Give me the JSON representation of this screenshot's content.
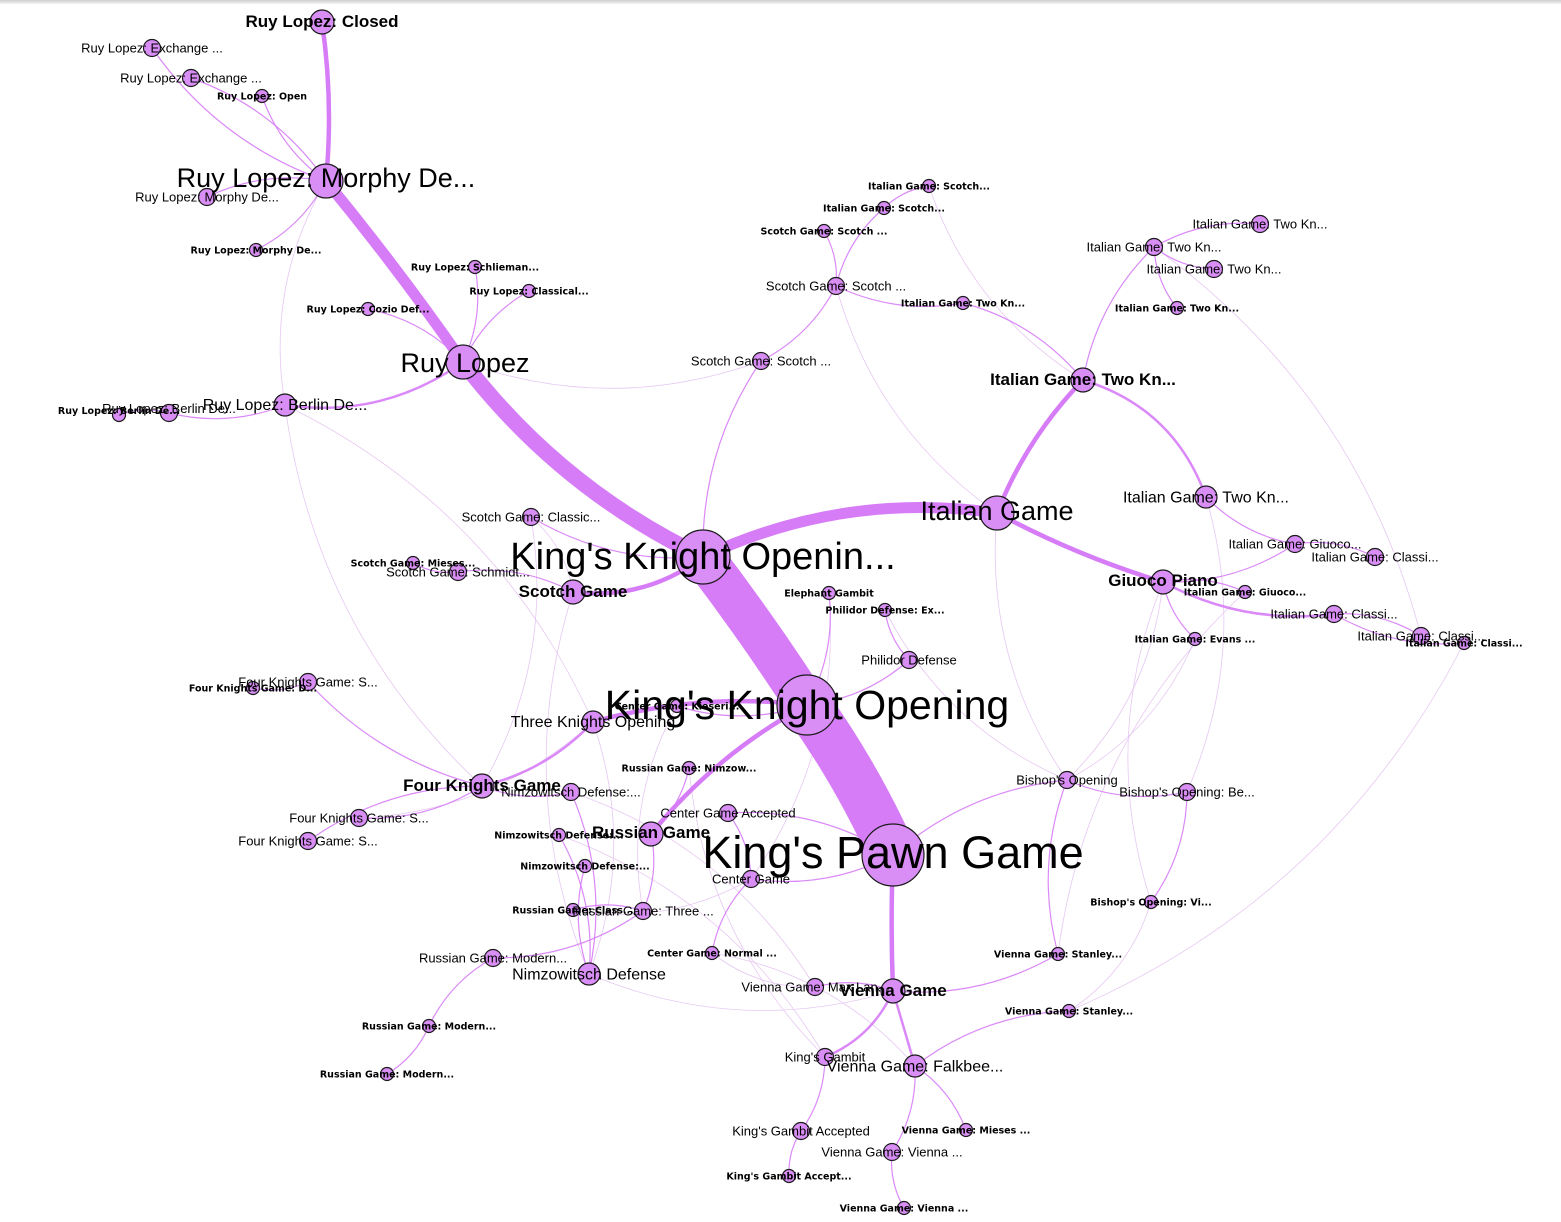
{
  "title": "",
  "colors": {
    "node": "#d98ef5",
    "edge": "#d77cf7",
    "faint_edge": "#e6c8f2",
    "label": "#000000",
    "background": "#ffffff"
  },
  "nodes": [
    {
      "id": "kpg",
      "label": "King's Pawn Game",
      "weight": 10
    },
    {
      "id": "kko",
      "label": "King's Knight Opening",
      "weight": 9
    },
    {
      "id": "kkt",
      "label": "King's Knight Openin...",
      "weight": 8
    },
    {
      "id": "rl",
      "label": "Ruy Lopez",
      "weight": 6
    },
    {
      "id": "ig",
      "label": "Italian Game",
      "weight": 6
    },
    {
      "id": "rlmd",
      "label": "Ruy Lopez: Morphy De...",
      "weight": 6
    },
    {
      "id": "scg",
      "label": "Scotch Game",
      "weight": 5
    },
    {
      "id": "igtk",
      "label": "Italian Game: Two Kn...",
      "weight": 5
    },
    {
      "id": "gp",
      "label": "Giuoco Piano",
      "weight": 5
    },
    {
      "id": "fkg",
      "label": "Four Knights Game",
      "weight": 5
    },
    {
      "id": "rug",
      "label": "Russian Game",
      "weight": 5
    },
    {
      "id": "vg",
      "label": "Vienna Game",
      "weight": 5
    },
    {
      "id": "rlc",
      "label": "Ruy Lopez: Closed",
      "weight": 5
    },
    {
      "id": "rlbd",
      "label": "Ruy Lopez: Berlin De...",
      "weight": 4
    },
    {
      "id": "tko",
      "label": "Three Knights Opening",
      "weight": 4
    },
    {
      "id": "nd",
      "label": "Nimzowitsch Defense",
      "weight": 4
    },
    {
      "id": "vgf",
      "label": "Vienna Game: Falkbee...",
      "weight": 4
    },
    {
      "id": "igtk2",
      "label": "Italian Game: Two Kn...",
      "weight": 4
    },
    {
      "id": "scgs1",
      "label": "Scotch Game: Scotch ...",
      "weight": 3
    },
    {
      "id": "scgs2",
      "label": "Scotch Game: Scotch ...",
      "weight": 3
    },
    {
      "id": "scgc",
      "label": "Scotch Game: Classic...",
      "weight": 3
    },
    {
      "id": "scgsc",
      "label": "Scotch Game: Schmidt...",
      "weight": 3
    },
    {
      "id": "igtk3",
      "label": "Italian Game: Two Kn...",
      "weight": 3
    },
    {
      "id": "igtk4",
      "label": "Italian Game: Two Kn...",
      "weight": 3
    },
    {
      "id": "igtk5",
      "label": "Italian Game: Two Kn...",
      "weight": 3
    },
    {
      "id": "igg",
      "label": "Italian Game: Giuoco...",
      "weight": 3
    },
    {
      "id": "igc1",
      "label": "Italian Game: Classi...",
      "weight": 3
    },
    {
      "id": "igc2",
      "label": "Italian Game: Classi...",
      "weight": 3
    },
    {
      "id": "igc3",
      "label": "Italian Game: Classi...",
      "weight": 3
    },
    {
      "id": "pd",
      "label": "Philidor Defense",
      "weight": 3
    },
    {
      "id": "bo",
      "label": "Bishop's Opening",
      "weight": 3
    },
    {
      "id": "bob",
      "label": "Bishop's Opening: Be...",
      "weight": 3
    },
    {
      "id": "cga",
      "label": "Center Game Accepted",
      "weight": 3
    },
    {
      "id": "cg",
      "label": "Center Game",
      "weight": 3
    },
    {
      "id": "ndx",
      "label": "Nimzowitsch Defense:...",
      "weight": 3
    },
    {
      "id": "rugt",
      "label": "Russian Game: Three ...",
      "weight": 3
    },
    {
      "id": "rugm1",
      "label": "Russian Game: Modern...",
      "weight": 3
    },
    {
      "id": "fkgs1",
      "label": "Four Knights Game: S...",
      "weight": 3
    },
    {
      "id": "fkgs2",
      "label": "Four Knights Game: S...",
      "weight": 3
    },
    {
      "id": "fkgs3",
      "label": "Four Knights Game: S...",
      "weight": 3
    },
    {
      "id": "vgm",
      "label": "Vienna Game: Max Lan...",
      "weight": 3
    },
    {
      "id": "kg",
      "label": "King's Gambit",
      "weight": 3
    },
    {
      "id": "kga",
      "label": "King's Gambit Accepted",
      "weight": 3
    },
    {
      "id": "vgv",
      "label": "Vienna Game: Vienna ...",
      "weight": 3
    },
    {
      "id": "rle1",
      "label": "Ruy Lopez: Exchange ...",
      "weight": 3
    },
    {
      "id": "rle2",
      "label": "Ruy Lopez: Exchange ...",
      "weight": 3
    },
    {
      "id": "rlmd2",
      "label": "Ruy Lopez: Morphy De...",
      "weight": 3
    },
    {
      "id": "rlbd2",
      "label": "Ruy Lopez: Berlin De...",
      "weight": 3
    },
    {
      "id": "igs1",
      "label": "Italian Game: Scotch...",
      "weight": 2
    },
    {
      "id": "igs2",
      "label": "Italian Game: Scotch...",
      "weight": 2
    },
    {
      "id": "scgs3",
      "label": "Scotch Game: Scotch ...",
      "weight": 2
    },
    {
      "id": "igtk6",
      "label": "Italian Game: Two Kn...",
      "weight": 2
    },
    {
      "id": "igtk7",
      "label": "Italian Game: Two Kn...",
      "weight": 2
    },
    {
      "id": "rlo",
      "label": "Ruy Lopez: Open",
      "weight": 2
    },
    {
      "id": "rlmd3",
      "label": "Ruy Lopez: Morphy De...",
      "weight": 2
    },
    {
      "id": "rlsc",
      "label": "Ruy Lopez: Schlieman...",
      "weight": 2
    },
    {
      "id": "rlcl",
      "label": "Ruy Lopez: Classical...",
      "weight": 2
    },
    {
      "id": "rlcz",
      "label": "Ruy Lopez: Cozio Def...",
      "weight": 2
    },
    {
      "id": "rlbe",
      "label": "Ruy Lopez: Berlin De...",
      "weight": 2
    },
    {
      "id": "scgm",
      "label": "Scotch Game: Mieses...",
      "weight": 2
    },
    {
      "id": "eg",
      "label": "Elephant Gambit",
      "weight": 2
    },
    {
      "id": "pdx",
      "label": "Philidor Defense: Ex...",
      "weight": 2
    },
    {
      "id": "igg2",
      "label": "Italian Game: Giuoco...",
      "weight": 2
    },
    {
      "id": "ige",
      "label": "Italian Game: Evans ...",
      "weight": 2
    },
    {
      "id": "igc4",
      "label": "Italian Game: Classi...",
      "weight": 2
    },
    {
      "id": "cgk",
      "label": "Center Game: Kieseri...",
      "weight": 2
    },
    {
      "id": "rugn",
      "label": "Russian Game: Nimzow...",
      "weight": 2
    },
    {
      "id": "ndx2",
      "label": "Nimzowitsch Defense:...",
      "weight": 2
    },
    {
      "id": "ndx3",
      "label": "Nimzowitsch Defense:...",
      "weight": 2
    },
    {
      "id": "rugc",
      "label": "Russian Game: Class...",
      "weight": 2
    },
    {
      "id": "cgn",
      "label": "Center Game: Normal ...",
      "weight": 2
    },
    {
      "id": "rugm2",
      "label": "Russian Game: Modern...",
      "weight": 2
    },
    {
      "id": "rugm3",
      "label": "Russian Game: Modern...",
      "weight": 2
    },
    {
      "id": "fkgd",
      "label": "Four Knights Game: D...",
      "weight": 2
    },
    {
      "id": "bov",
      "label": "Bishop's Opening: Vi...",
      "weight": 2
    },
    {
      "id": "vgs1",
      "label": "Vienna Game: Stanley...",
      "weight": 2
    },
    {
      "id": "vgs2",
      "label": "Vienna Game: Stanley...",
      "weight": 2
    },
    {
      "id": "vgmi",
      "label": "Vienna Game: Mieses ...",
      "weight": 2
    },
    {
      "id": "kga2",
      "label": "King's Gambit Accept...",
      "weight": 2
    },
    {
      "id": "vgv2",
      "label": "Vienna Game: Vienna ...",
      "weight": 2
    }
  ],
  "edges": [
    {
      "source": "kpg",
      "target": "kko",
      "weight": 10
    },
    {
      "source": "kko",
      "target": "kkt",
      "weight": 9
    },
    {
      "source": "kkt",
      "target": "rl",
      "weight": 7
    },
    {
      "source": "kkt",
      "target": "ig",
      "weight": 6
    },
    {
      "source": "rl",
      "target": "rlmd",
      "weight": 6
    },
    {
      "source": "rlmd",
      "target": "rlc",
      "weight": 3
    },
    {
      "source": "ig",
      "target": "igtk",
      "weight": 3
    },
    {
      "source": "ig",
      "target": "gp",
      "weight": 3
    },
    {
      "source": "kkt",
      "target": "scg",
      "weight": 3
    },
    {
      "source": "kko",
      "target": "tko",
      "weight": 3
    },
    {
      "source": "kpg",
      "target": "vg",
      "weight": 3
    },
    {
      "source": "kko",
      "target": "rug",
      "weight": 3
    },
    {
      "source": "rl",
      "target": "rlbd",
      "weight": 2
    },
    {
      "source": "igtk",
      "target": "igtk2",
      "weight": 2
    },
    {
      "source": "igtk",
      "target": "igtk3",
      "weight": 1
    },
    {
      "source": "gp",
      "target": "igg",
      "weight": 1
    },
    {
      "source": "gp",
      "target": "igc2",
      "weight": 2
    },
    {
      "source": "gp",
      "target": "igg2",
      "weight": 1
    },
    {
      "source": "gp",
      "target": "ige",
      "weight": 1
    },
    {
      "source": "igc2",
      "target": "igc3",
      "weight": 1
    },
    {
      "source": "igc2",
      "target": "igc4",
      "weight": 1
    },
    {
      "source": "igg",
      "target": "igc1",
      "weight": 1
    },
    {
      "source": "igtk2",
      "target": "igg",
      "weight": 1
    },
    {
      "source": "kkt",
      "target": "scgs1",
      "weight": 1
    },
    {
      "source": "scgs1",
      "target": "scgs2",
      "weight": 1
    },
    {
      "source": "scgs2",
      "target": "igs2",
      "weight": 1
    },
    {
      "source": "scgs2",
      "target": "scgs3",
      "weight": 1
    },
    {
      "source": "igs2",
      "target": "igs1",
      "weight": 1
    },
    {
      "source": "scgs2",
      "target": "igtk6",
      "weight": 1
    },
    {
      "source": "igtk6",
      "target": "igtk",
      "weight": 1
    },
    {
      "source": "igtk3",
      "target": "igtk4",
      "weight": 1
    },
    {
      "source": "igtk3",
      "target": "igtk5",
      "weight": 1
    },
    {
      "source": "igtk3",
      "target": "igtk7",
      "weight": 1
    },
    {
      "source": "rlmd",
      "target": "rle1",
      "weight": 1
    },
    {
      "source": "rlmd",
      "target": "rle2",
      "weight": 1
    },
    {
      "source": "rlmd",
      "target": "rlo",
      "weight": 1
    },
    {
      "source": "rlmd",
      "target": "rlmd2",
      "weight": 1
    },
    {
      "source": "rlmd",
      "target": "rlmd3",
      "weight": 1
    },
    {
      "source": "rl",
      "target": "rlsc",
      "weight": 1
    },
    {
      "source": "rl",
      "target": "rlcl",
      "weight": 1
    },
    {
      "source": "rl",
      "target": "rlcz",
      "weight": 1
    },
    {
      "source": "rlbd",
      "target": "rlbd2",
      "weight": 1
    },
    {
      "source": "rlbd2",
      "target": "rlbe",
      "weight": 1
    },
    {
      "source": "kkt",
      "target": "scgc",
      "weight": 1
    },
    {
      "source": "scg",
      "target": "scgsc",
      "weight": 1
    },
    {
      "source": "scgsc",
      "target": "scgm",
      "weight": 1
    },
    {
      "source": "kko",
      "target": "pd",
      "weight": 1
    },
    {
      "source": "pd",
      "target": "pdx",
      "weight": 1
    },
    {
      "source": "kko",
      "target": "eg",
      "weight": 1
    },
    {
      "source": "kpg",
      "target": "bo",
      "weight": 1
    },
    {
      "source": "bo",
      "target": "bob",
      "weight": 1
    },
    {
      "source": "bob",
      "target": "bov",
      "weight": 1
    },
    {
      "source": "kpg",
      "target": "cga",
      "weight": 1
    },
    {
      "source": "cga",
      "target": "cg",
      "weight": 1
    },
    {
      "source": "cg",
      "target": "cgn",
      "weight": 1
    },
    {
      "source": "kko",
      "target": "cgk",
      "weight": 1
    },
    {
      "source": "tko",
      "target": "fkg",
      "weight": 2
    },
    {
      "source": "fkg",
      "target": "fkgs1",
      "weight": 1
    },
    {
      "source": "fkg",
      "target": "fkgs2",
      "weight": 1
    },
    {
      "source": "fkg",
      "target": "fkgs3",
      "weight": 1
    },
    {
      "source": "fkgs1",
      "target": "fkgd",
      "weight": 1
    },
    {
      "source": "fkg",
      "target": "ndx",
      "weight": 1
    },
    {
      "source": "rug",
      "target": "rugt",
      "weight": 1
    },
    {
      "source": "rug",
      "target": "rugn",
      "weight": 1
    },
    {
      "source": "rugt",
      "target": "rugm1",
      "weight": 1
    },
    {
      "source": "rugm1",
      "target": "rugm2",
      "weight": 1
    },
    {
      "source": "rugm2",
      "target": "rugm3",
      "weight": 1
    },
    {
      "source": "rugt",
      "target": "rugc",
      "weight": 1
    },
    {
      "source": "ndx",
      "target": "nd",
      "weight": 1
    },
    {
      "source": "nd",
      "target": "ndx2",
      "weight": 1
    },
    {
      "source": "nd",
      "target": "ndx3",
      "weight": 1
    },
    {
      "source": "vg",
      "target": "vgm",
      "weight": 1
    },
    {
      "source": "vg",
      "target": "vgf",
      "weight": 2
    },
    {
      "source": "vg",
      "target": "kg",
      "weight": 2
    },
    {
      "source": "kg",
      "target": "kga",
      "weight": 1
    },
    {
      "source": "kga",
      "target": "kga2",
      "weight": 1
    },
    {
      "source": "vgf",
      "target": "vgv",
      "weight": 1
    },
    {
      "source": "vgv",
      "target": "vgv2",
      "weight": 1
    },
    {
      "source": "vgf",
      "target": "vgmi",
      "weight": 1
    },
    {
      "source": "vg",
      "target": "vgs1",
      "weight": 1
    },
    {
      "source": "vgf",
      "target": "vgs2",
      "weight": 1
    },
    {
      "source": "bo",
      "target": "vgs1",
      "weight": 1
    },
    {
      "source": "kpg",
      "target": "cg",
      "weight": 1
    }
  ],
  "faint_edges": [
    [
      "rlbd",
      "tko"
    ],
    [
      "rlmd",
      "rlbd"
    ],
    [
      "scgs1",
      "rl"
    ],
    [
      "igs1",
      "igtk"
    ],
    [
      "igtk3",
      "igc3"
    ],
    [
      "ig",
      "bo"
    ],
    [
      "igtk2",
      "bob"
    ],
    [
      "gp",
      "bov"
    ],
    [
      "igc4",
      "vgs2"
    ],
    [
      "scg",
      "nd"
    ],
    [
      "scgc",
      "fkg"
    ],
    [
      "rlbd",
      "fkg"
    ],
    [
      "tko",
      "nd"
    ],
    [
      "cgk",
      "rugt"
    ],
    [
      "ndx",
      "vgm"
    ],
    [
      "pdx",
      "bo"
    ],
    [
      "eg",
      "cg"
    ],
    [
      "rugn",
      "kg"
    ],
    [
      "cgn",
      "vgf"
    ],
    [
      "nd",
      "vg"
    ],
    [
      "ige",
      "bo"
    ],
    [
      "igg2",
      "vgs1"
    ],
    [
      "bov",
      "vgs2"
    ],
    [
      "rugc",
      "cg"
    ],
    [
      "ndx2",
      "kg"
    ],
    [
      "scgs2",
      "ig"
    ],
    [
      "scgc",
      "scg"
    ],
    [
      "fkgs2",
      "tko"
    ],
    [
      "vgm",
      "cgn"
    ],
    [
      "bo",
      "gp"
    ]
  ]
}
